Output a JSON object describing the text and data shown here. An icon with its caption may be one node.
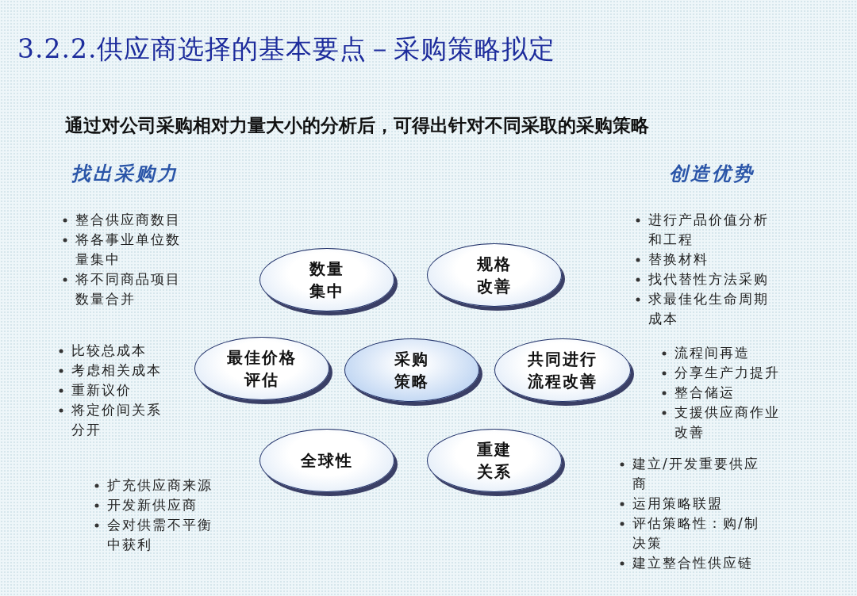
{
  "diagram": {
    "title": "3.2.2.供应商选择的基本要点－采购策略拟定",
    "nodes": [
      {
        "text": [
          "数量集中"
        ],
        "beside": [
          "整合供应商数目",
          "将各事业单位数量集中",
          "将不同商品项目数量合并"
        ]
      },
      {
        "text": [
          "规格改善"
        ],
        "beside": [
          "进行产品价值分析和工程",
          "替换材料",
          "找代替性方法采购",
          "求最佳化生命周期成本"
        ]
      },
      {
        "text": [
          "最佳价格评估"
        ],
        "beside": [
          "比较总成本",
          "考虑相关成本",
          "重新议价",
          "将定价间关系分开"
        ]
      },
      {
        "text": [
          "采购策略"
        ]
      },
      {
        "text": [
          "共同进行流程改善"
        ],
        "beside": [
          "流程间再造",
          "分享生产力提升",
          "整合储运",
          "支援供应商作业改善"
        ]
      },
      {
        "text": [
          "全球性"
        ],
        "beside": [
          "扩充供应商来源",
          "开发新供应商",
          "会对供需不平衡中获利"
        ]
      },
      {
        "text": [
          "重建关系"
        ],
        "beside": [
          "建立/开发重要供应商",
          "运用策略联盟",
          "评估策略性：购/制决策",
          "建立整合性供应链"
        ]
      }
    ],
    "labels": [
      "通过对公司采购相对力量大小的分析后，可得出针对不同采取的采购策略",
      "找出采购力",
      "创造优势"
    ]
  }
}
